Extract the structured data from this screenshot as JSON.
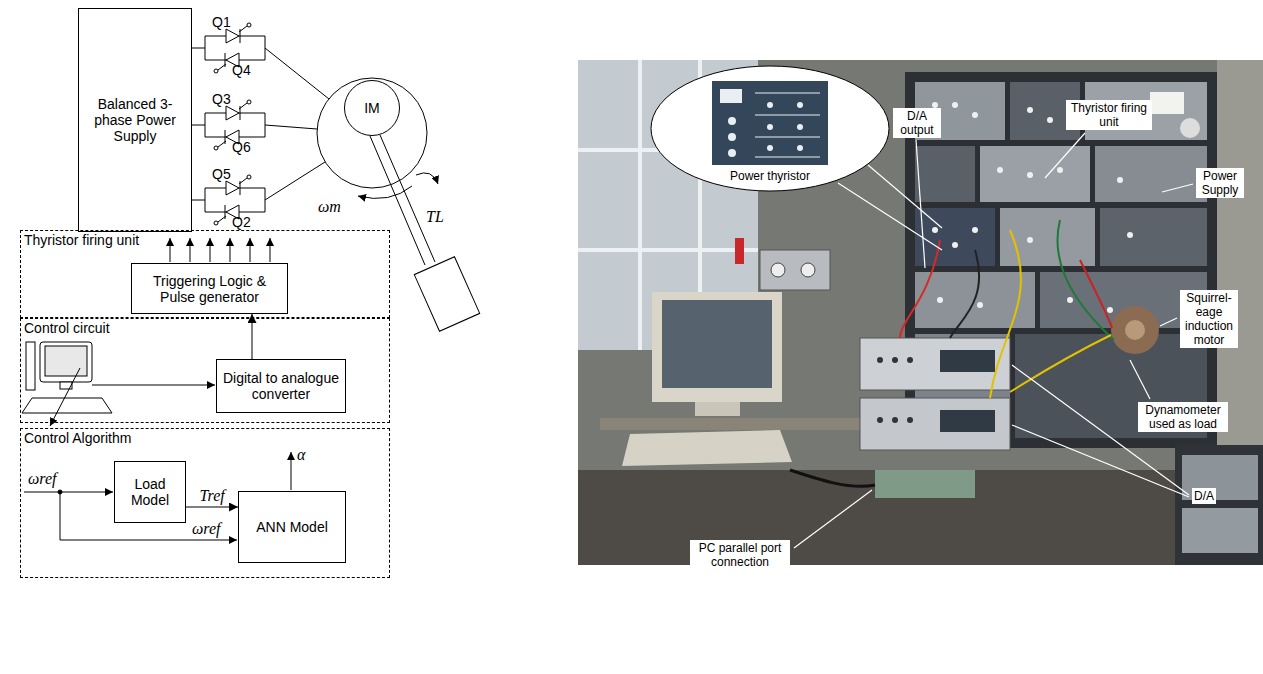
{
  "diagram": {
    "nodes": [
      {
        "text": [
          "Balanced 3-phase Power Supply"
        ]
      },
      {
        "text": [
          "IM"
        ]
      },
      {
        "text": [
          "Thyristor firing unit"
        ]
      },
      {
        "text": [
          "Triggering Logic & Pulse generator"
        ],
        "in": 2
      },
      {
        "text": [
          "Control circuit"
        ]
      },
      {
        "text": [
          "Digital to analogue converter"
        ],
        "in": 4
      },
      {
        "text": [
          "Control Algorithm"
        ]
      },
      {
        "text": [
          "Load Model"
        ],
        "in": 6
      },
      {
        "text": [
          "ANN Model"
        ],
        "in": 6
      },
      {
        "text": [
          "Power thyristor"
        ]
      }
    ],
    "edges": [
      {
        "from": 5,
        "to": 3,
        "arrow": "to"
      },
      {
        "from": 7,
        "to": 8,
        "arrow": "to",
        "label": "Tref"
      }
    ],
    "labels": [
      "Q1",
      "Q4",
      "Q3",
      "Q6",
      "Q5",
      "Q2",
      "ωm",
      "TL",
      "ωref",
      "ωref",
      "α",
      "D/A output",
      "Thyristor firing unit",
      "Power Supply",
      "Squirrel- eage induction motor",
      "Dynamometer used as load",
      "D/A",
      "PC parallel port connection"
    ]
  }
}
